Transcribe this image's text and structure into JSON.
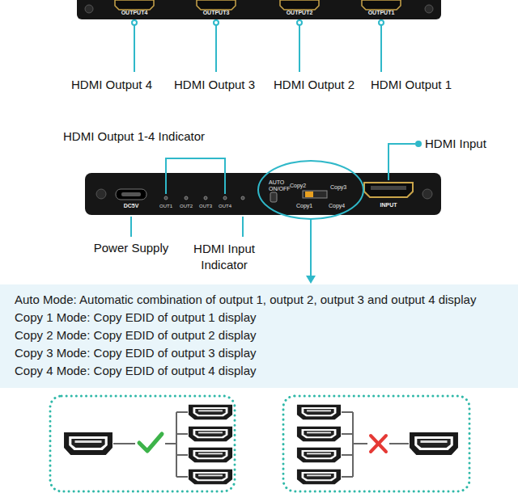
{
  "diagram": {
    "nodes": [
      {
        "text": [
          "AUTO ON/OFF",
          "Copy2",
          "Copy3",
          "Copy1",
          "Copy4"
        ]
      },
      {
        "text": [
          "Auto Mode: Automatic combination of output 1, output 2, output 3 and output 4 display",
          "Copy 1 Mode: Copy EDID of output 1 display",
          "Copy 2 Mode: Copy EDID of output 2 display",
          "Copy 3 Mode: Copy EDID of output 3 display",
          "Copy 4 Mode: Copy EDID of output 4 display"
        ]
      }
    ],
    "edges": [
      {
        "from": 0,
        "to": 1,
        "arrow": "to"
      }
    ],
    "labels": [
      "OUTPUT4",
      "OUTPUT3",
      "OUTPUT2",
      "OUTPUT1",
      "HDMI Output 4",
      "HDMI Output 3",
      "HDMI Output 2",
      "HDMI Output 1",
      "HDMI Output 1-4 Indicator",
      "HDMI Input",
      "DC5V",
      "OUT1",
      "OUT2",
      "OUT3",
      "OUT4",
      "INPUT",
      "Power Supply",
      "HDMI Input Indicator"
    ]
  }
}
